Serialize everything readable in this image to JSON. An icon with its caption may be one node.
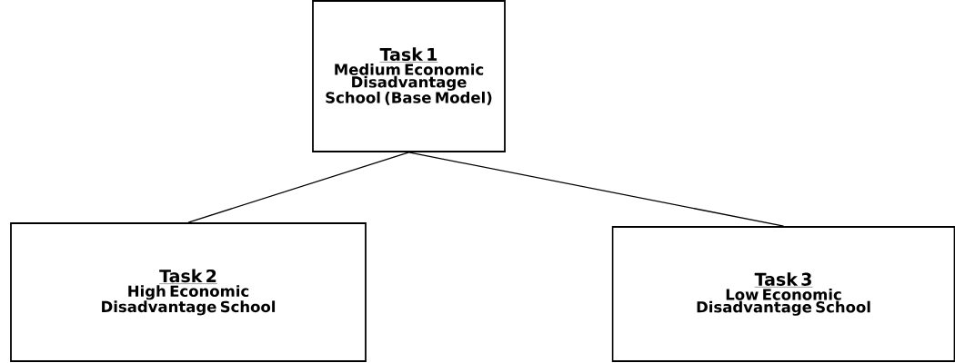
{
  "diagram": {
    "nodes": [
      {
        "text": [
          "Task 1",
          "Medium Economic Disadvantage School (Base Model)"
        ]
      },
      {
        "text": [
          "Task 2",
          "High Economic Disadvantage School"
        ]
      },
      {
        "text": [
          "Task 3",
          "Low Economic Disadvantage School"
        ]
      }
    ],
    "edges": [
      {
        "from": 0,
        "to": 1,
        "arrow": "none"
      },
      {
        "from": 0,
        "to": 2,
        "arrow": "none"
      }
    ]
  }
}
